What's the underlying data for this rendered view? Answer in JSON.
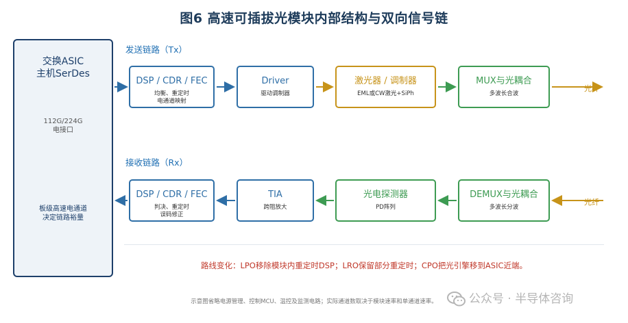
{
  "title": "图6  高速可插拔光模块内部结构与双向信号链",
  "asic": {
    "title_line1": "交换ASIC",
    "title_line2": "主机SerDes",
    "mid_line1": "112G/224G",
    "mid_line2": "电接口",
    "bottom_line1": "板级高速电通道",
    "bottom_line2": "决定链路裕量"
  },
  "tx": {
    "label": "发送链路（Tx）",
    "blocks": [
      {
        "name": "DSP / CDR / FEC",
        "desc1": "均衡、重定时",
        "desc2": "电通道映射",
        "color": "#2e6ea6"
      },
      {
        "name": "Driver",
        "desc1": "驱动调制器",
        "desc2": "",
        "color": "#2e6ea6"
      },
      {
        "name": "激光器 / 调制器",
        "desc1": "EML或CW激光+SiPh",
        "desc2": "",
        "color": "#c79319"
      },
      {
        "name": "MUX与光耦合",
        "desc1": "多波长合波",
        "desc2": "",
        "color": "#3d9b52"
      }
    ],
    "fiber_label": "光纤"
  },
  "rx": {
    "label": "接收链路（Rx）",
    "blocks": [
      {
        "name": "DSP / CDR / FEC",
        "desc1": "判决、重定时",
        "desc2": "误码修正",
        "color": "#2e6ea6"
      },
      {
        "name": "TIA",
        "desc1": "跨阻放大",
        "desc2": "",
        "color": "#2e6ea6"
      },
      {
        "name": "光电探测器",
        "desc1": "PD阵列",
        "desc2": "",
        "color": "#3d9b52"
      },
      {
        "name": "DEMUX与光耦合",
        "desc1": "多波长分波",
        "desc2": "",
        "color": "#3d9b52"
      }
    ],
    "fiber_label": "光纤"
  },
  "note": "路线变化：LPO移除模块内重定时DSP；LRO保留部分重定时；CPO把光引擎移到ASIC近端。",
  "footer": "示意图省略电源管理、控制MCU、温控及监测电路；实际通道数取决于模块速率和单通道速率。",
  "watermark": {
    "text": "公众号 · 半导体咨询",
    "icon": "wechat-icon"
  },
  "colors": {
    "blue": "#2e6ea6",
    "gold": "#c79319",
    "green": "#3d9b52",
    "asic_border": "#1d3f6a",
    "note": "#c0392b"
  }
}
